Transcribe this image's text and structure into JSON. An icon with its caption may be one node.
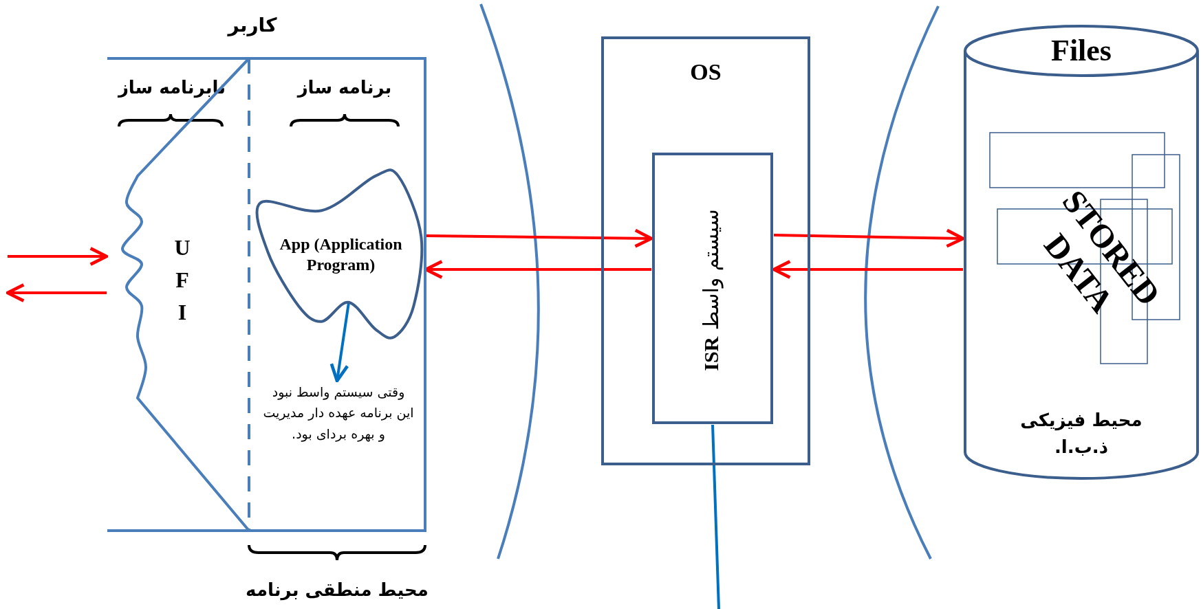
{
  "diagram": {
    "nodes": [
      {
        "text": [
          "کاربر"
        ]
      },
      {
        "text": [
          "U F I"
        ],
        "in": 0
      },
      {
        "text": [
          "App (Application Program)"
        ],
        "in": 0
      },
      {
        "text": [
          "وقتی سیستم واسط نبود این برنامه عهده دار مدیریت و بهره بردای بود."
        ],
        "in": 0
      },
      {
        "text": [
          "OS"
        ]
      },
      {
        "text": [
          "سیستم واسط **ISR**"
        ],
        "in": 4
      },
      {
        "text": [
          "Files",
          "STORED DATA",
          "محیط فیزیکی ذ.ب.ا."
        ]
      }
    ],
    "edges": [
      {
        "from": null,
        "to": 1,
        "arrow": "to"
      },
      {
        "from": 1,
        "to": null,
        "arrow": "to"
      },
      {
        "from": 2,
        "to": 5,
        "arrow": "to"
      },
      {
        "from": 5,
        "to": 2,
        "arrow": "to"
      },
      {
        "from": 5,
        "to": 6,
        "arrow": "to"
      },
      {
        "from": 6,
        "to": 5,
        "arrow": "to"
      },
      {
        "from": 2,
        "to": 3,
        "arrow": "to",
        "color": "#0070c0"
      },
      {
        "from": 5,
        "to": null,
        "arrow": "none",
        "color": "#0070c0"
      }
    ],
    "labels": [
      "نابرنامه ساز",
      "برنامه ساز",
      "محیط منطقی برنامه"
    ]
  }
}
